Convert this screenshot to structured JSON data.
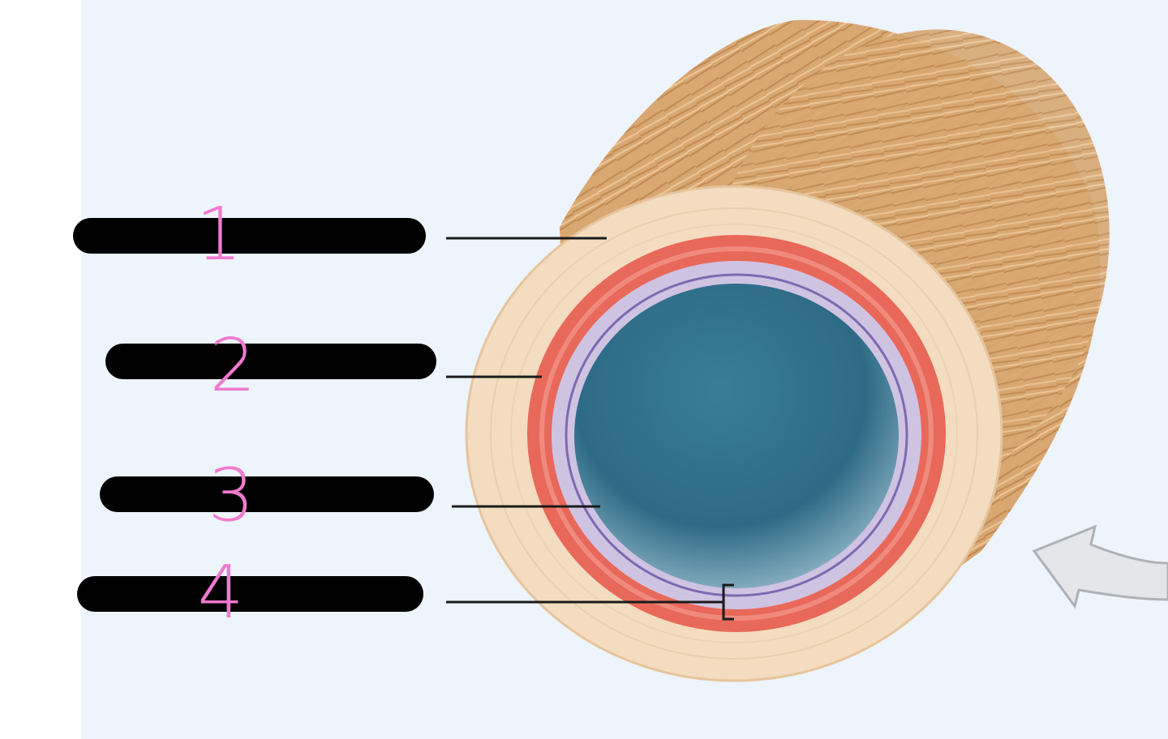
{
  "diagram": {
    "labels": [
      {
        "number": "1",
        "text_redacted": true
      },
      {
        "number": "2",
        "text_redacted": true
      },
      {
        "number": "3",
        "text_redacted": true
      },
      {
        "number": "4",
        "text_redacted": true
      }
    ],
    "colors": {
      "background": "#eef4fb",
      "outer_layer": "#f3dcc0",
      "outer_body": "#d8a772",
      "middle_layer": "#e8685a",
      "inner_layer": "#cfc3e2",
      "lumen": "#2f6f8c",
      "redaction": "#000000",
      "handwritten_numbers": "#f07ad0",
      "arrow": "#c9ccd0"
    },
    "icons": [
      "flow-arrow-icon"
    ]
  }
}
